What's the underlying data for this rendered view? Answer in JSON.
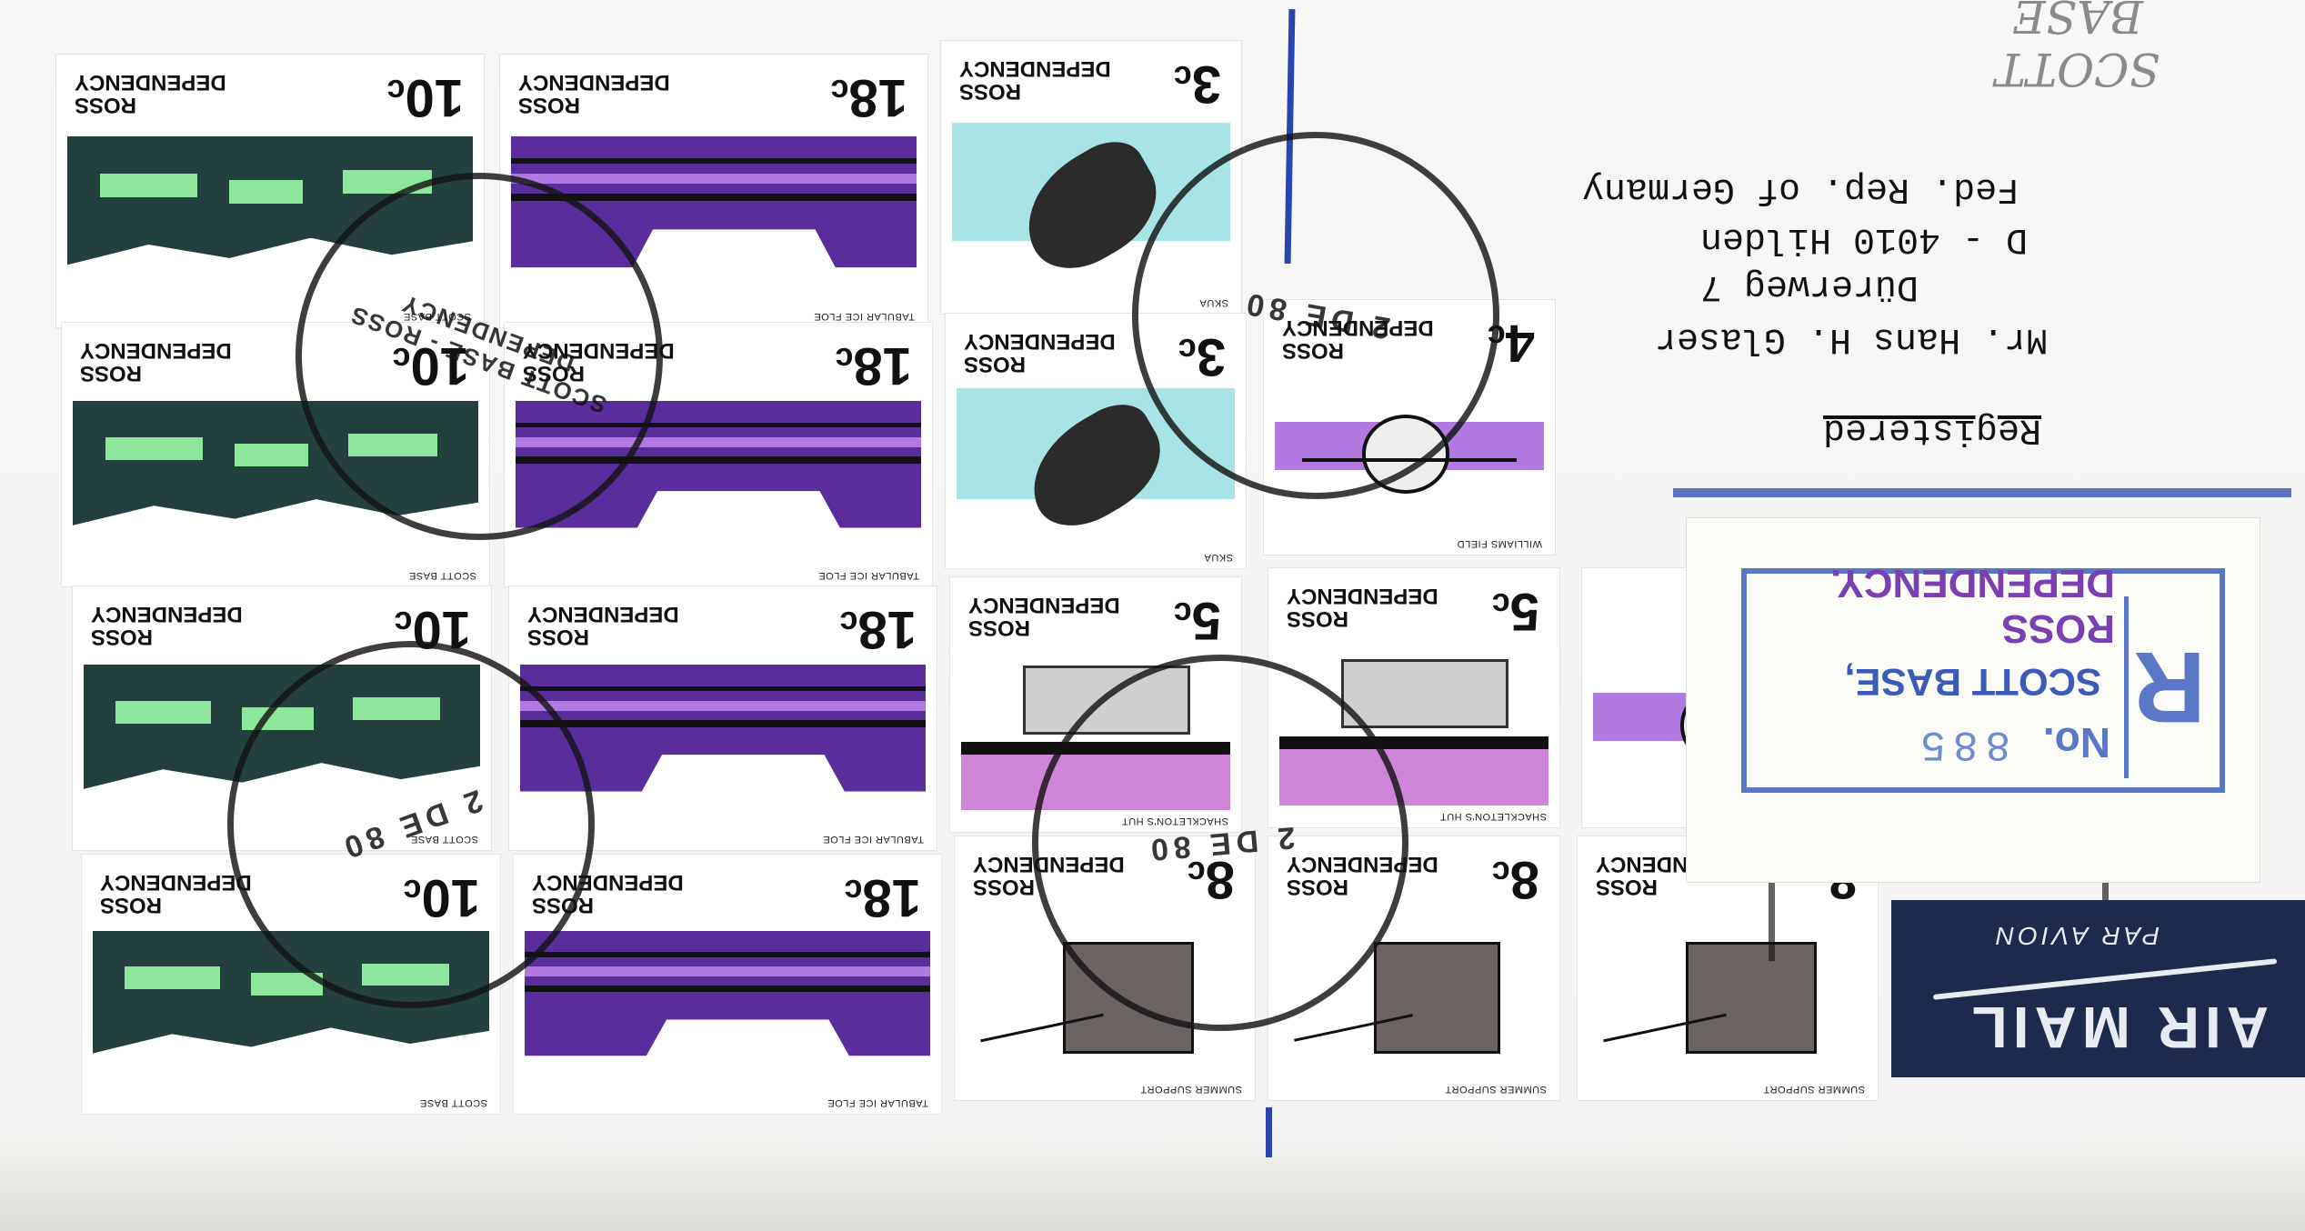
{
  "stamps": {
    "country": "ROSS",
    "sub": "DEPENDENCY",
    "col1": {
      "value": "10",
      "unit": "c",
      "caption": "SCOTT BASE"
    },
    "col2": {
      "value": "18",
      "unit": "c",
      "caption": "TABULAR ICE FLOE"
    },
    "skua": {
      "value": "3",
      "unit": "c",
      "caption": "SKUA"
    },
    "williams": {
      "value": "4",
      "unit": "c",
      "caption": "WILLIAMS FIELD"
    },
    "hut": {
      "value": "5",
      "unit": "c",
      "caption": "SHACKLETON'S HUT"
    },
    "summer": {
      "value": "8",
      "unit": "c",
      "caption": "SUMMER SUPPORT"
    }
  },
  "postmark": {
    "text": "SCOTT BASE - ROSS DEPENDENCY",
    "date": "2 DE 80"
  },
  "handwriting": "SCOTT BASE",
  "address": {
    "line1": "Registered",
    "line2": "Mr. Hans H. Glaser",
    "line3": "Dürerweg 7",
    "line4": "D - 4010 Hilden",
    "line5": "Fed. Rep. of Germany"
  },
  "registration": {
    "letter": "R",
    "no_label": "No.",
    "number": "885",
    "place": "SCOTT BASE,",
    "country": "ROSS DEPENDENCY."
  },
  "airmail": {
    "par_avion": "PAR AVION",
    "air_mail": "AIR MAIL"
  },
  "colors": {
    "scott_dark": "#23403f",
    "scott_green": "#8ee69c",
    "purple": "#5a2d9c",
    "lilac": "#b07ae0",
    "skua_blue": "#a8e3e6",
    "hut_pink": "#cf86d9",
    "airmail_navy": "#1e2a4c",
    "reg_blue": "#5b78c8"
  }
}
